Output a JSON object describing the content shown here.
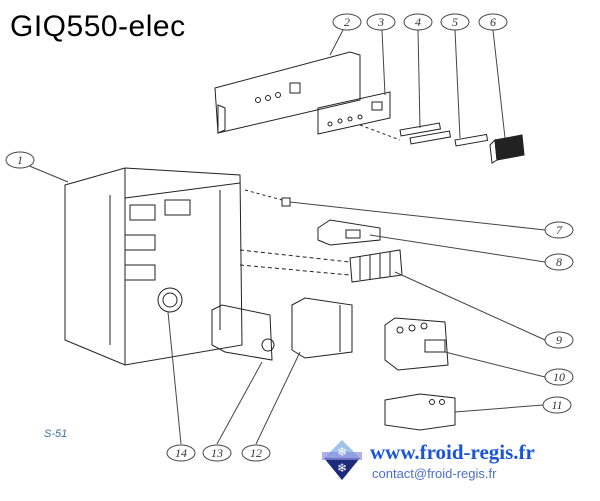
{
  "title": "GIQ550-elec",
  "sheet_ref": "S-51",
  "website": "www.froid-regis.fr",
  "contact": "contact@froid-regis.fr",
  "callouts": [
    "1",
    "2",
    "3",
    "4",
    "5",
    "6",
    "7",
    "8",
    "9",
    "10",
    "11",
    "12",
    "13",
    "14"
  ],
  "colors": {
    "line": "#222222",
    "callout": "#333333",
    "link": "#1a55d6",
    "logo": "#1b2a7a"
  }
}
